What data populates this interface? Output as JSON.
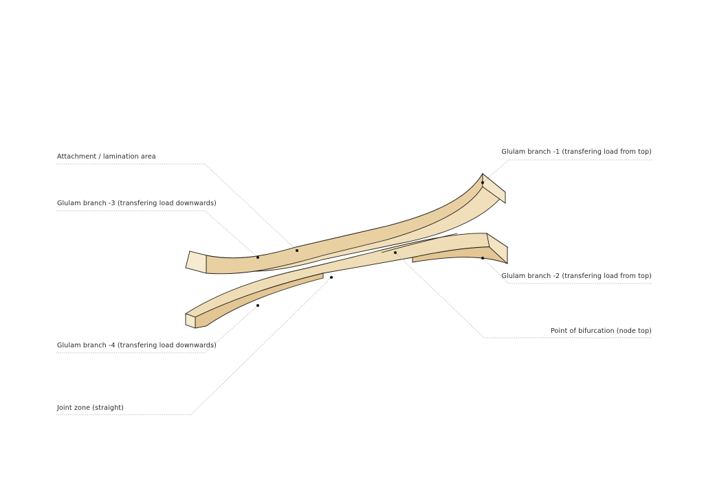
{
  "labels": {
    "attachment": "Attachment / lamination area",
    "branch3": "Glulam branch -3 (transfering load downwards)",
    "branch4": "Glulam branch -4 (transfering load downwards)",
    "joint": "Joint zone (straight)",
    "branch1": "Glulam branch -1 (transfering load from top)",
    "branch2": "Glulam branch -2 (transfering load from top)",
    "bifurcation": "Point of bifurcation (node top)"
  },
  "colors": {
    "wood_top": "#f1dfbb",
    "wood_side": "#e3c895",
    "wood_end": "#f6ead0",
    "edge": "#1e1a14",
    "leader": "#9a9a9a",
    "dot": "#111111"
  }
}
